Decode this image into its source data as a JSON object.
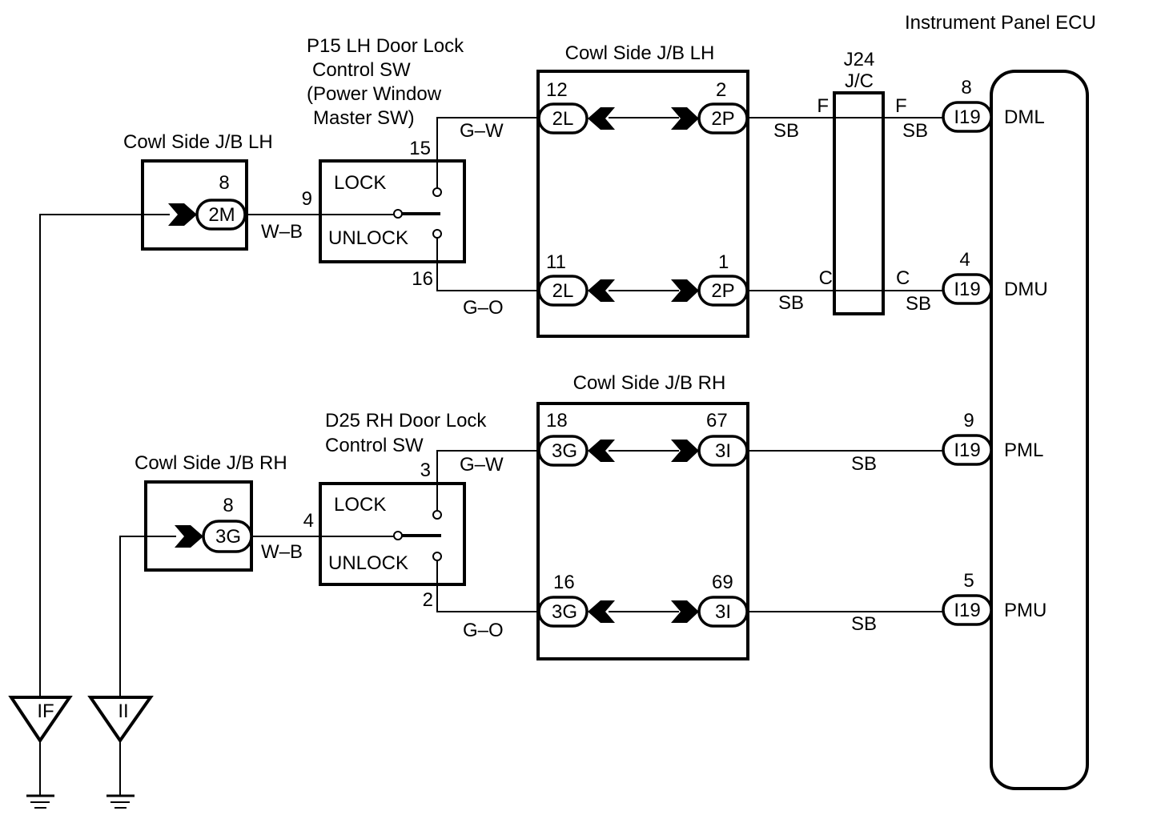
{
  "diagram": {
    "type": "wiring-diagram",
    "ecu": {
      "title": "Instrument Panel ECU",
      "terminals": [
        {
          "pin": "8",
          "connector": "I19",
          "name": "DML"
        },
        {
          "pin": "4",
          "connector": "I19",
          "name": "DMU"
        },
        {
          "pin": "9",
          "connector": "I19",
          "name": "PML"
        },
        {
          "pin": "5",
          "connector": "I19",
          "name": "PMU"
        }
      ]
    },
    "lh_switch": {
      "title_lines": [
        "P15 LH Door Lock",
        "Control SW",
        "(Power Window",
        "Master SW)"
      ],
      "lock_label": "LOCK",
      "unlock_label": "UNLOCK",
      "pin_lock": "15",
      "pin_unlock": "16",
      "pin_common": "9"
    },
    "rh_switch": {
      "title_lines": [
        "D25 RH Door Lock",
        "Control SW"
      ],
      "lock_label": "LOCK",
      "unlock_label": "UNLOCK",
      "pin_lock": "3",
      "pin_unlock": "2",
      "pin_common": "4"
    },
    "lh_ground_jb": {
      "title": "Cowl Side J/B LH",
      "pin": "8",
      "connector": "2M",
      "wire": "W–B"
    },
    "rh_ground_jb": {
      "title": "Cowl Side J/B RH",
      "pin": "8",
      "connector": "3G",
      "wire": "W–B"
    },
    "lh_jb": {
      "title": "Cowl Side J/B LH",
      "rows": [
        {
          "in_pin": "12",
          "in_conn": "2L",
          "out_pin": "2",
          "out_conn": "2P",
          "in_wire": "G–W",
          "out_wire": "SB"
        },
        {
          "in_pin": "11",
          "in_conn": "2L",
          "out_pin": "1",
          "out_conn": "2P",
          "in_wire": "G–O",
          "out_wire": "SB"
        }
      ]
    },
    "rh_jb": {
      "title": "Cowl Side J/B RH",
      "rows": [
        {
          "in_pin": "18",
          "in_conn": "3G",
          "out_pin": "67",
          "out_conn": "3I",
          "in_wire": "G–W",
          "out_wire": "SB"
        },
        {
          "in_pin": "16",
          "in_conn": "3G",
          "out_pin": "69",
          "out_conn": "3I",
          "in_wire": "G–O",
          "out_wire": "SB"
        }
      ]
    },
    "junction": {
      "title_lines": [
        "J24",
        "J/C"
      ],
      "rows": [
        {
          "left_pin": "F",
          "right_pin": "F",
          "right_wire": "SB"
        },
        {
          "left_pin": "C",
          "right_pin": "C",
          "right_wire": "SB"
        }
      ]
    },
    "grounds": [
      {
        "label": "IF"
      },
      {
        "label": "II"
      }
    ]
  }
}
